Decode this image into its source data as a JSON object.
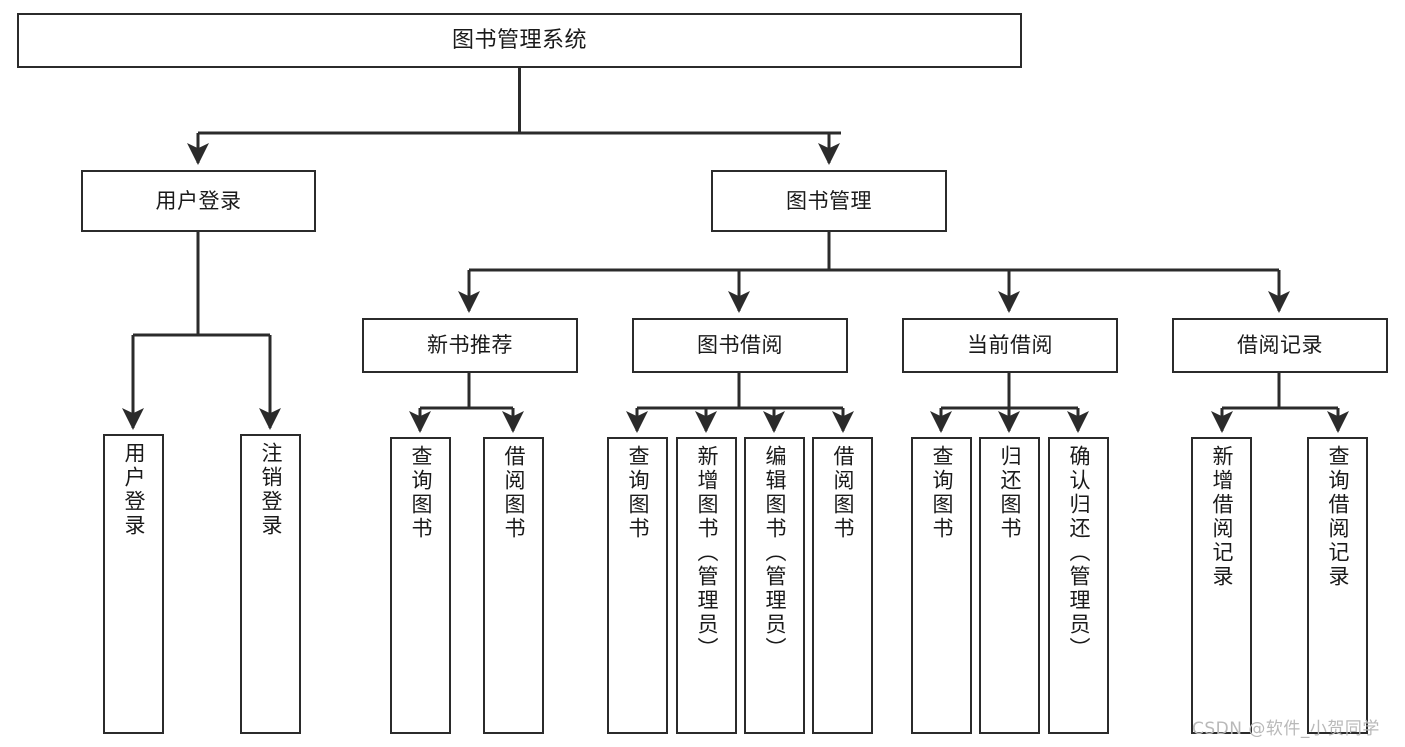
{
  "diagram": {
    "title": "图书管理系统",
    "type": "tree-hierarchy",
    "colors": {
      "box_border": "#2b2b2b",
      "box_fill": "#ffffff",
      "edge": "#2b2b2b",
      "text": "#1a1a1a",
      "watermark": "#b9b9b9"
    },
    "root": {
      "label": "图书管理系统"
    },
    "level2": [
      {
        "label": "用户登录"
      },
      {
        "label": "图书管理"
      }
    ],
    "level3": [
      {
        "label": "新书推荐"
      },
      {
        "label": "图书借阅"
      },
      {
        "label": "当前借阅"
      },
      {
        "label": "借阅记录"
      }
    ],
    "leaves": {
      "user_login": [
        {
          "label": "用户登录"
        },
        {
          "label": "注销登录"
        }
      ],
      "new_book_recommend": [
        {
          "label": "查询图书"
        },
        {
          "label": "借阅图书"
        }
      ],
      "book_borrow": [
        {
          "label": "查询图书"
        },
        {
          "label": "新增图书（管理员）"
        },
        {
          "label": "编辑图书（管理员）"
        },
        {
          "label": "借阅图书"
        }
      ],
      "current_borrow": [
        {
          "label": "查询图书"
        },
        {
          "label": "归还图书"
        },
        {
          "label": "确认归还（管理员）"
        }
      ],
      "borrow_record": [
        {
          "label": "新增借阅记录"
        },
        {
          "label": "查询借阅记录"
        }
      ]
    },
    "watermark": "CSDN @软件_小贺同学"
  }
}
